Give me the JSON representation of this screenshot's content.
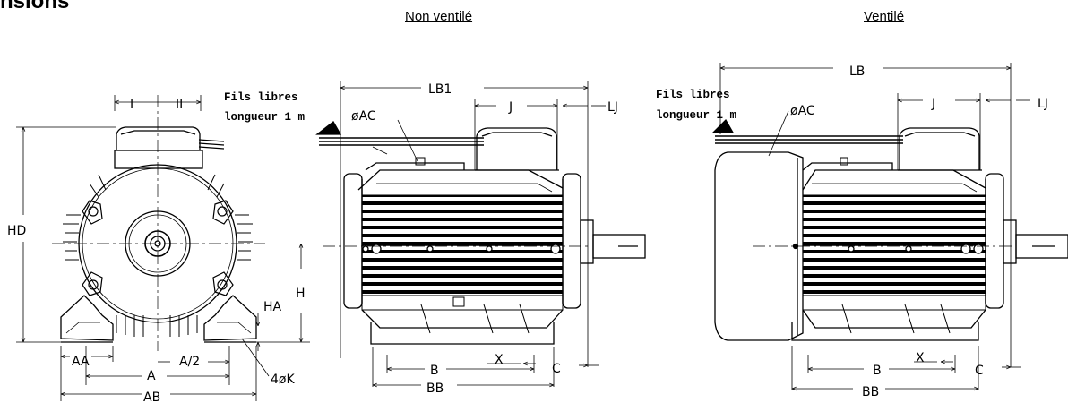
{
  "title": "nsions",
  "headers": {
    "non_ventile": "Non ventilé",
    "ventile": "Ventilé"
  },
  "notes": {
    "wires_line1": "Fils libres",
    "wires_line2": "longueur 1 m"
  },
  "dimensions": {
    "I": "I",
    "II": "II",
    "HD": "HD",
    "H": "H",
    "HA": "HA",
    "AA": "AA",
    "A": "A",
    "A2": "A/2",
    "AB": "AB",
    "K": "4øK",
    "LB1": "LB1",
    "LB": "LB",
    "J": "J",
    "LJ": "LJ",
    "AC": "øAC",
    "B": "B",
    "BB": "BB",
    "X": "X",
    "C": "C"
  }
}
